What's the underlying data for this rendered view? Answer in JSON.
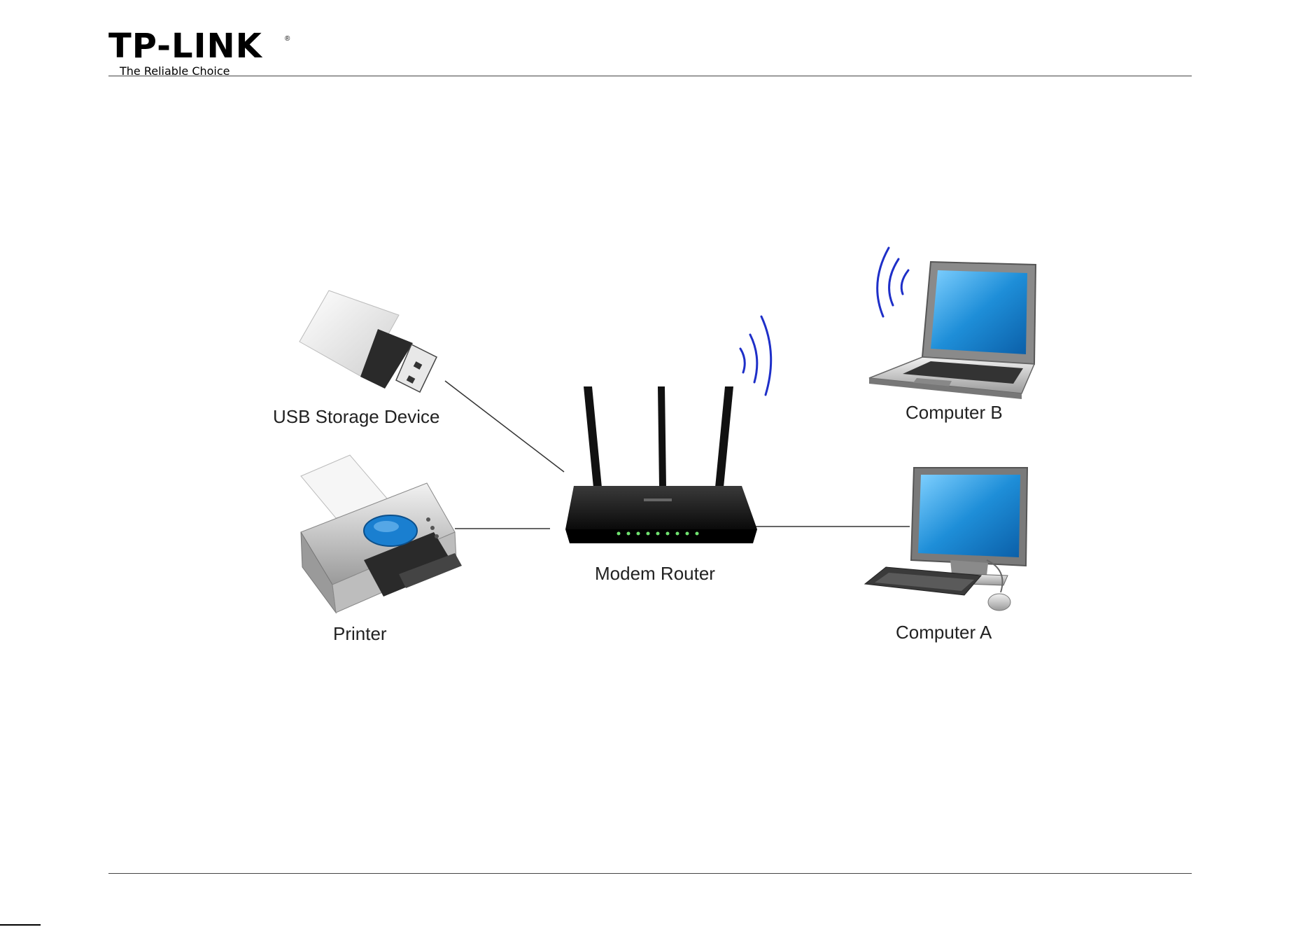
{
  "header": {
    "brand": "TP-LINK",
    "registered_mark": "®",
    "tagline": "The Reliable Choice"
  },
  "diagram": {
    "devices": [
      {
        "id": "usb",
        "label": "USB Storage Device",
        "connection": "wired"
      },
      {
        "id": "printer",
        "label": "Printer",
        "connection": "wired"
      },
      {
        "id": "router",
        "label": "Modem Router",
        "role": "hub"
      },
      {
        "id": "computer_b",
        "label": "Computer B",
        "connection": "wireless"
      },
      {
        "id": "computer_a",
        "label": "Computer A",
        "connection": "wired"
      }
    ],
    "colors": {
      "wifi": "#1e2fc8",
      "screen": "#1e8ed8",
      "router": "#141414",
      "led": "#6fe36f",
      "printer_accent": "#1a7fd0"
    }
  }
}
